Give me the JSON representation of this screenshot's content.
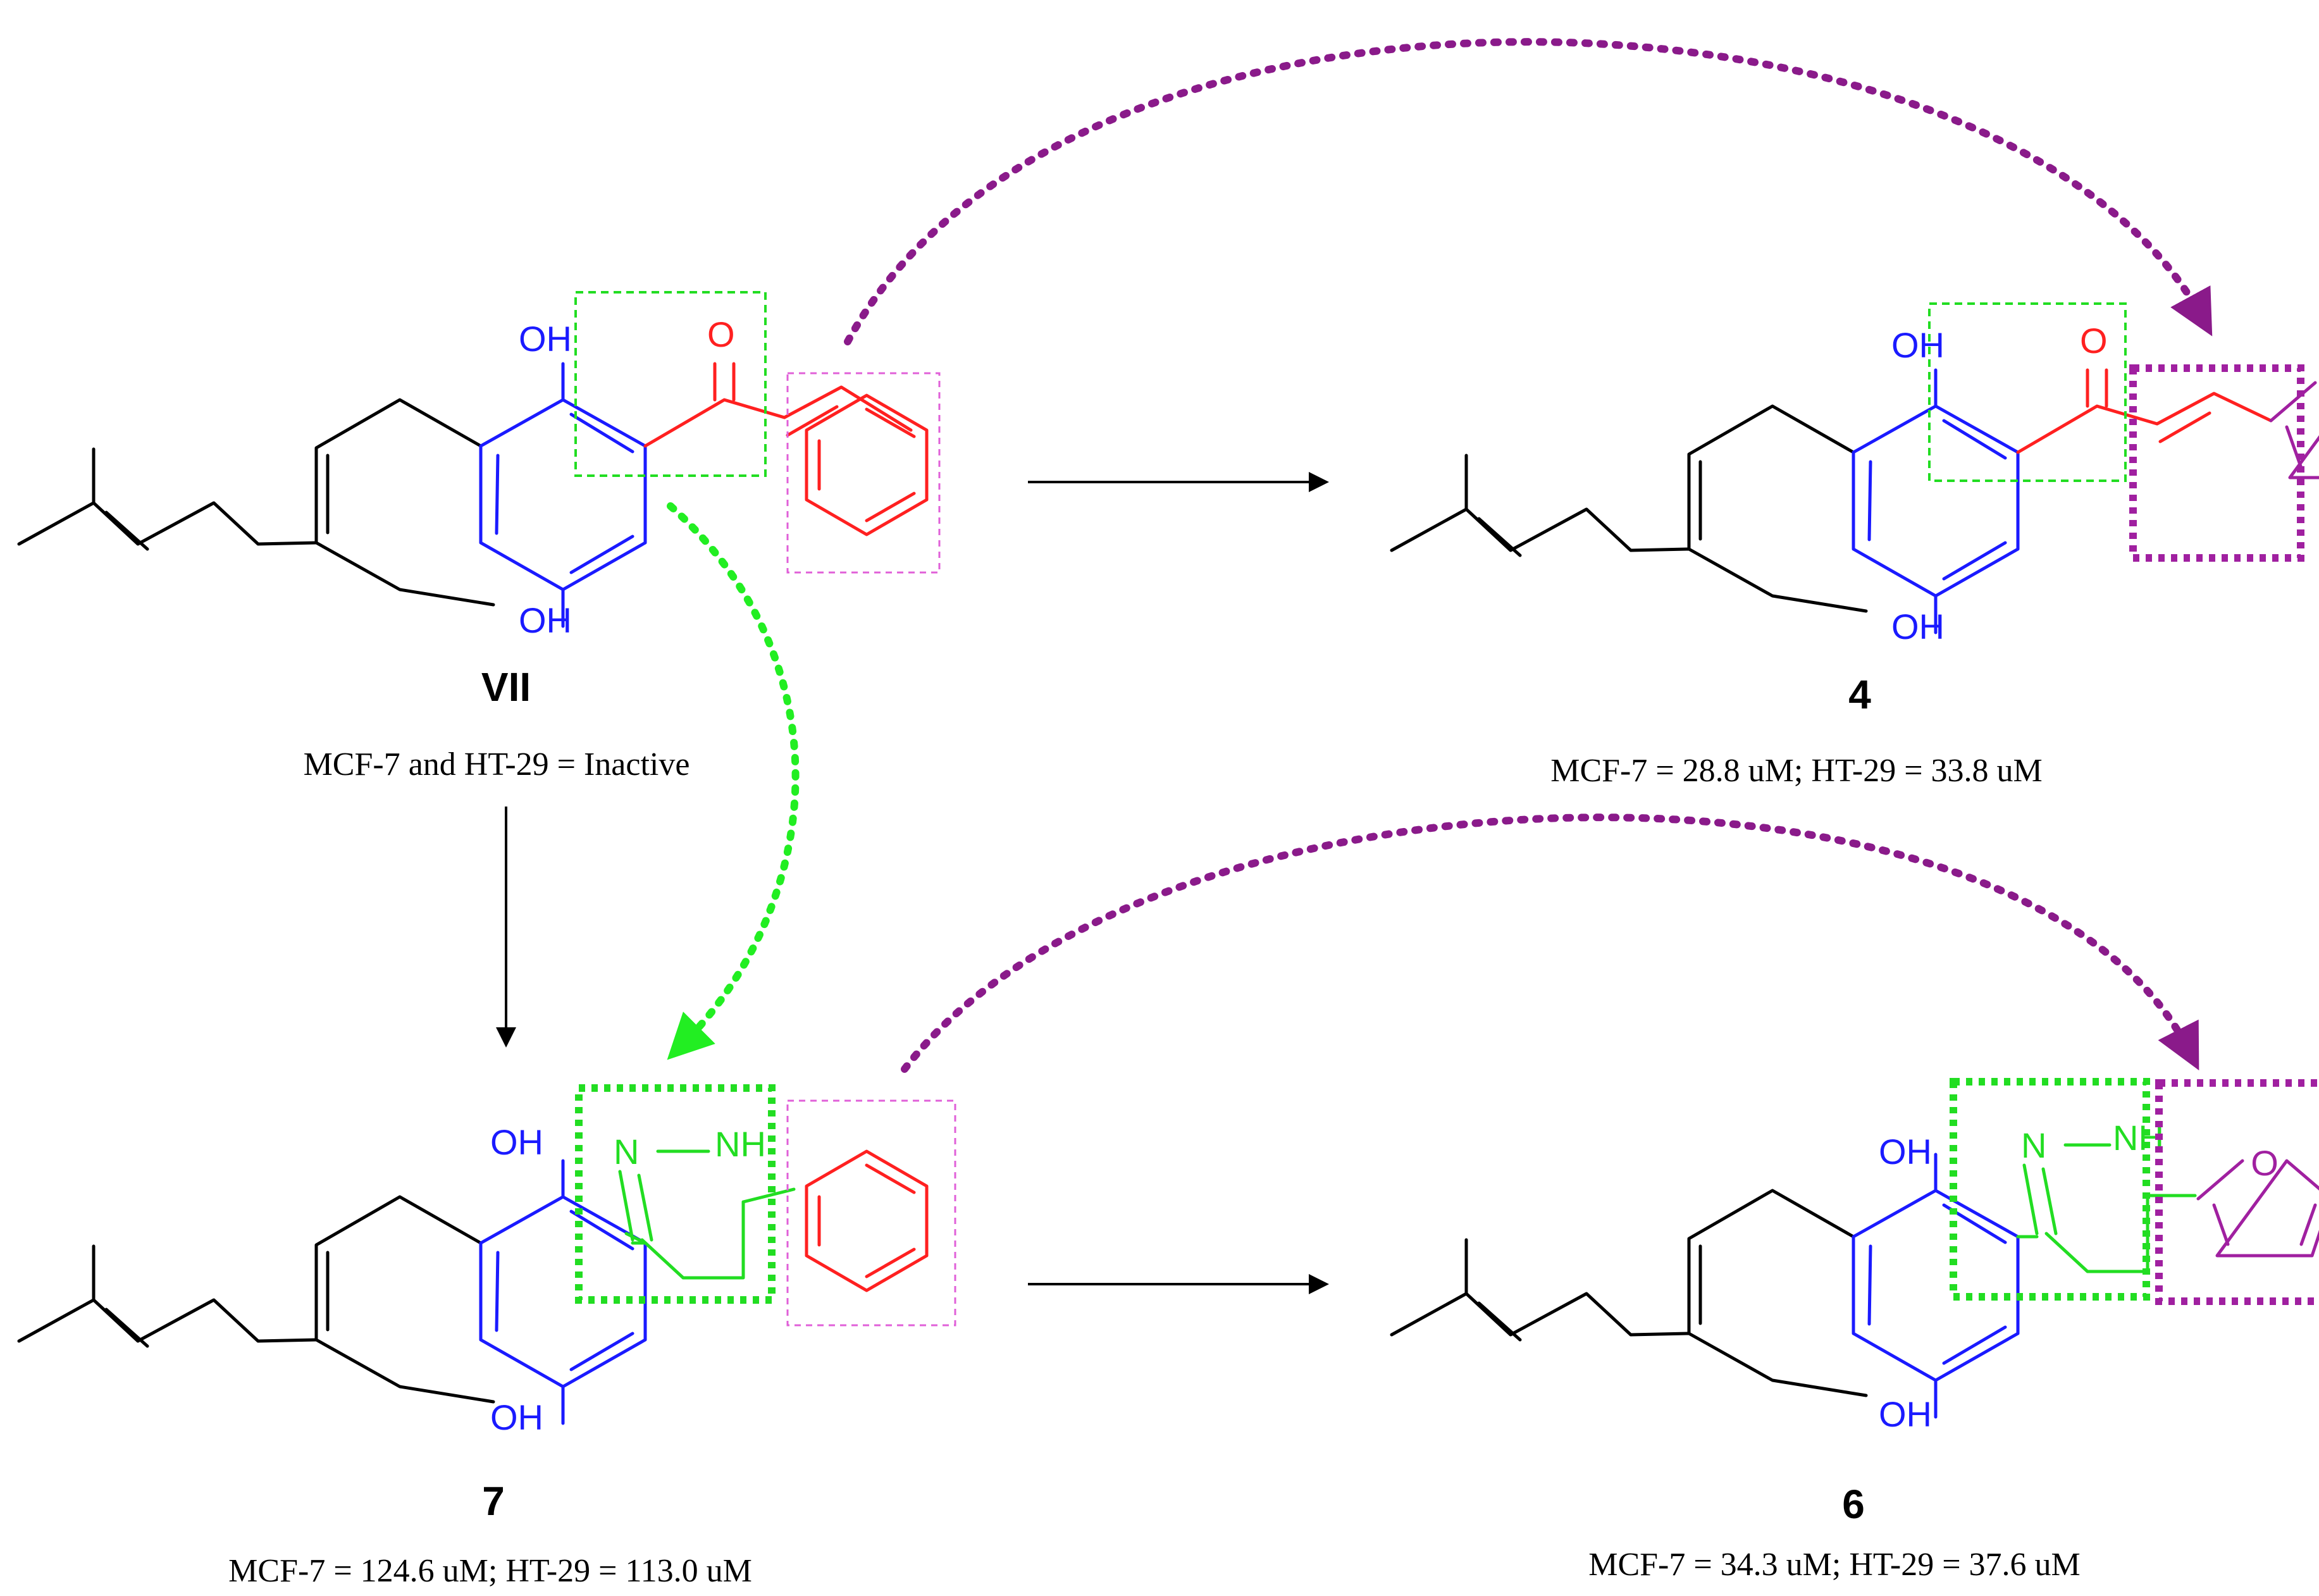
{
  "colors": {
    "skeleton": "#000000",
    "hydroquinone": "#1a1aff",
    "enone": "#ff2020",
    "pyrazoline": "#22dd22",
    "aryl_box": "#e060d8",
    "furan": "#a020a0",
    "arc_purple": "#8a1a8a",
    "arc_green": "#22ee22"
  },
  "atoms": {
    "oh": "OH",
    "o": "O",
    "n": "N",
    "nh": "NH"
  },
  "compounds": [
    {
      "id": "VII",
      "label": "VII",
      "activity": "MCF-7 and HT-29 = Inactive"
    },
    {
      "id": "4",
      "label": "4",
      "activity": "MCF-7 = 28.8 uM; HT-29 = 33.8 uM"
    },
    {
      "id": "7",
      "label": "7",
      "activity": "MCF-7 = 124.6 uM; HT-29 = 113.0 uM"
    },
    {
      "id": "6",
      "label": "6",
      "activity": "MCF-7 = 34.3 uM; HT-29 = 37.6 uM"
    }
  ]
}
